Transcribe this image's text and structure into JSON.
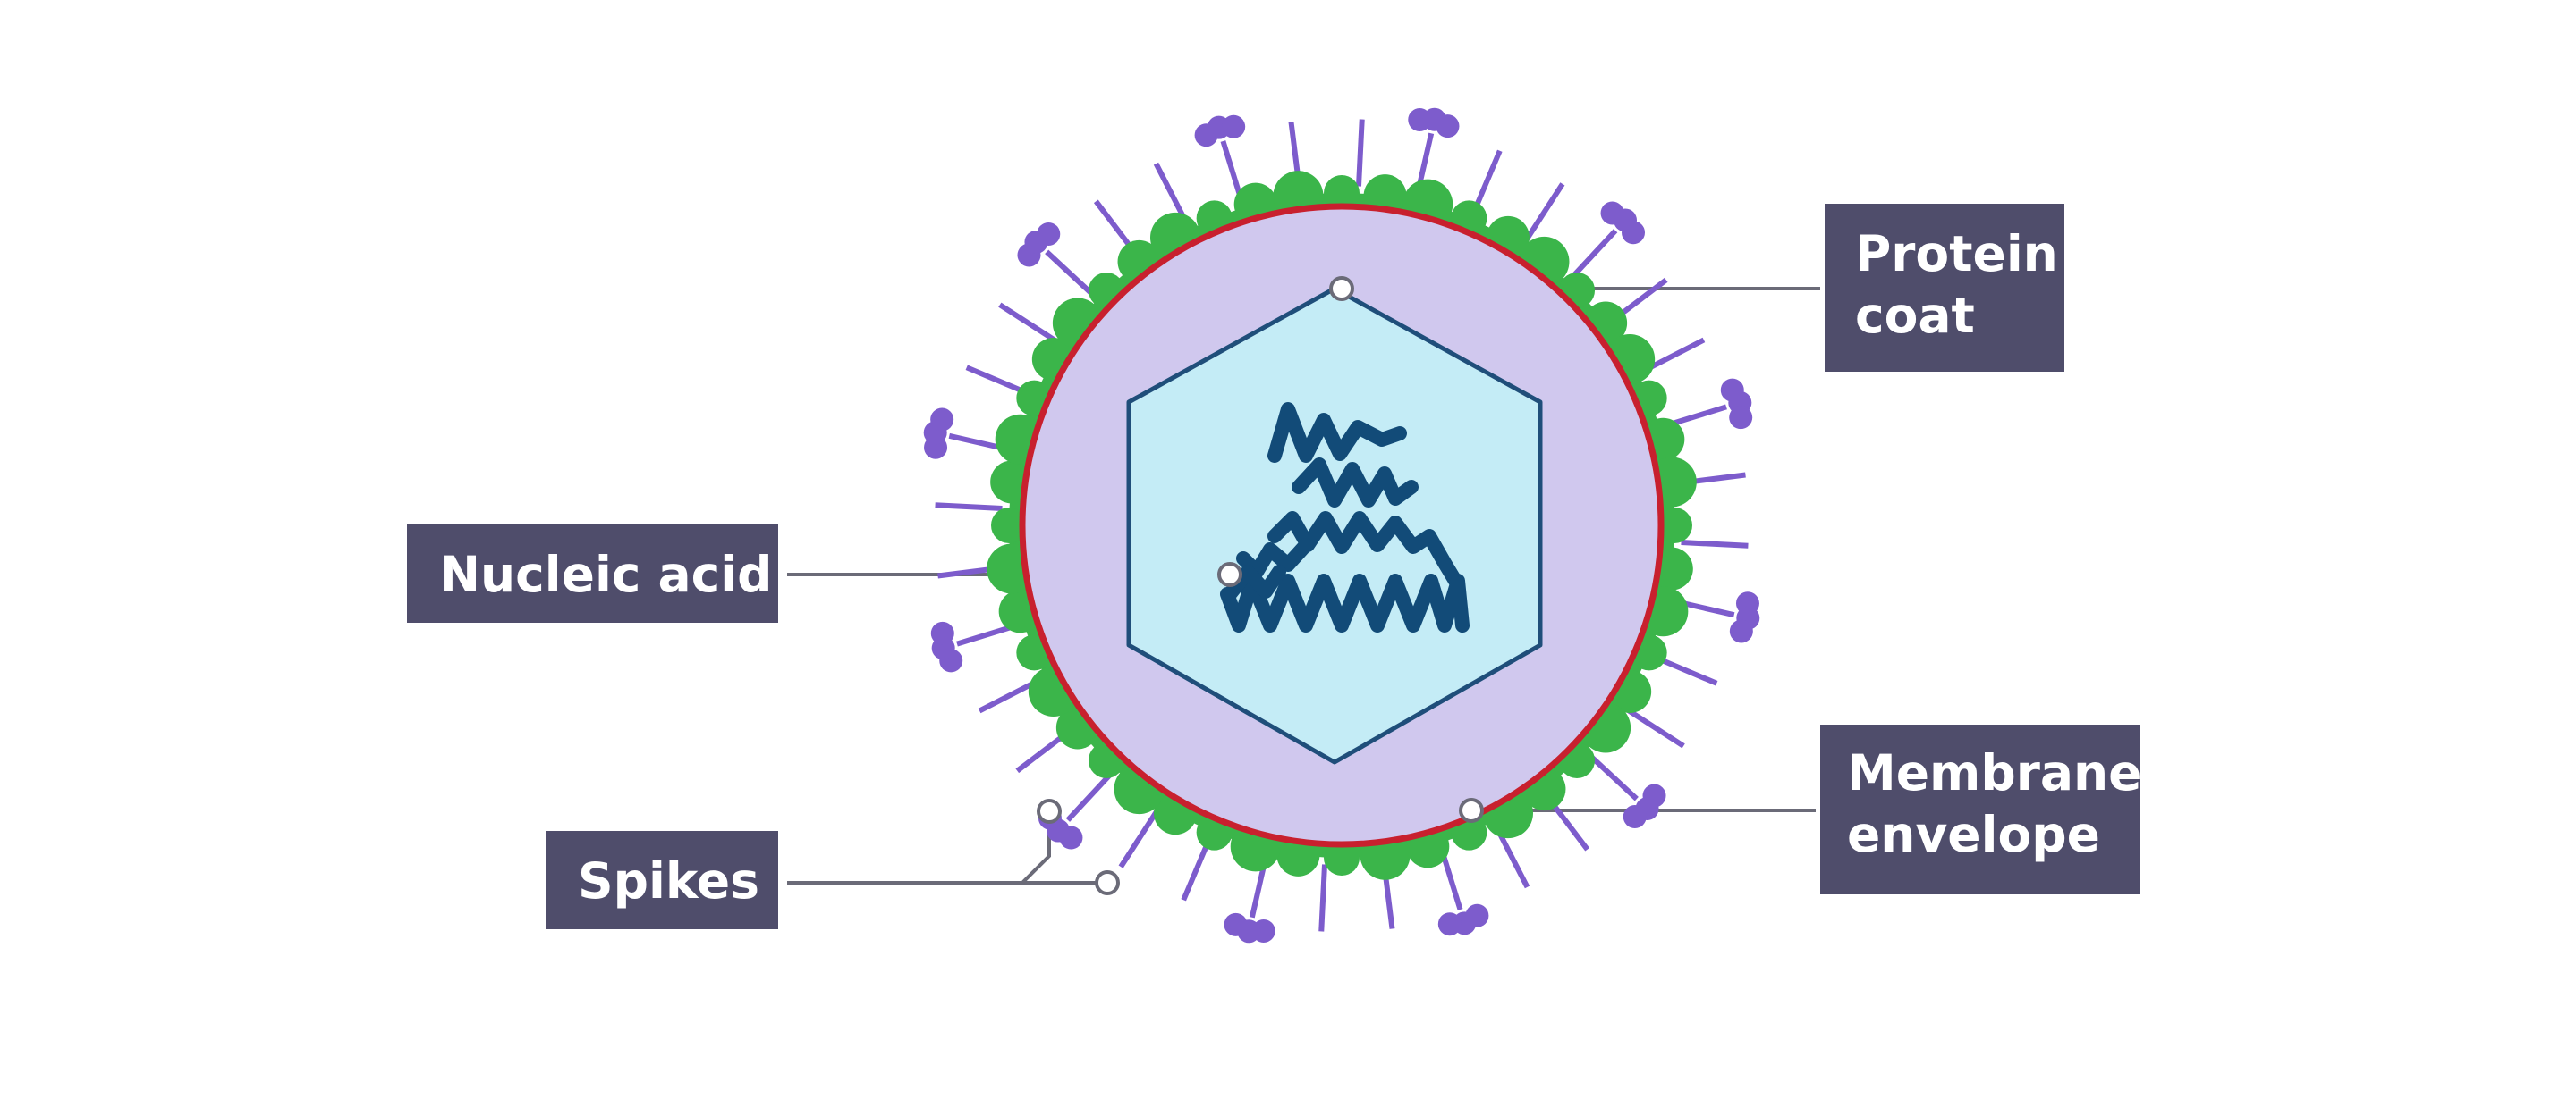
{
  "labels": {
    "protein_coat": {
      "line1": "Protein",
      "line2": "coat"
    },
    "nucleic_acid": {
      "text": "Nucleic acid"
    },
    "membrane_envelope": {
      "line1": "Membrane",
      "line2": "envelope"
    },
    "spikes": {
      "text": "Spikes"
    }
  },
  "colors": {
    "label_bg": "#4f4d6b",
    "envelope_green": "#3bb54a",
    "membrane_red": "#c8202e",
    "interior_lavender": "#d0c8ee",
    "capsid_fill": "#c4ecf6",
    "capsid_stroke": "#1f4e7a",
    "nucleic_acid": "#124b78",
    "spike": "#7d5ccc",
    "leader": "#6b6b78"
  }
}
